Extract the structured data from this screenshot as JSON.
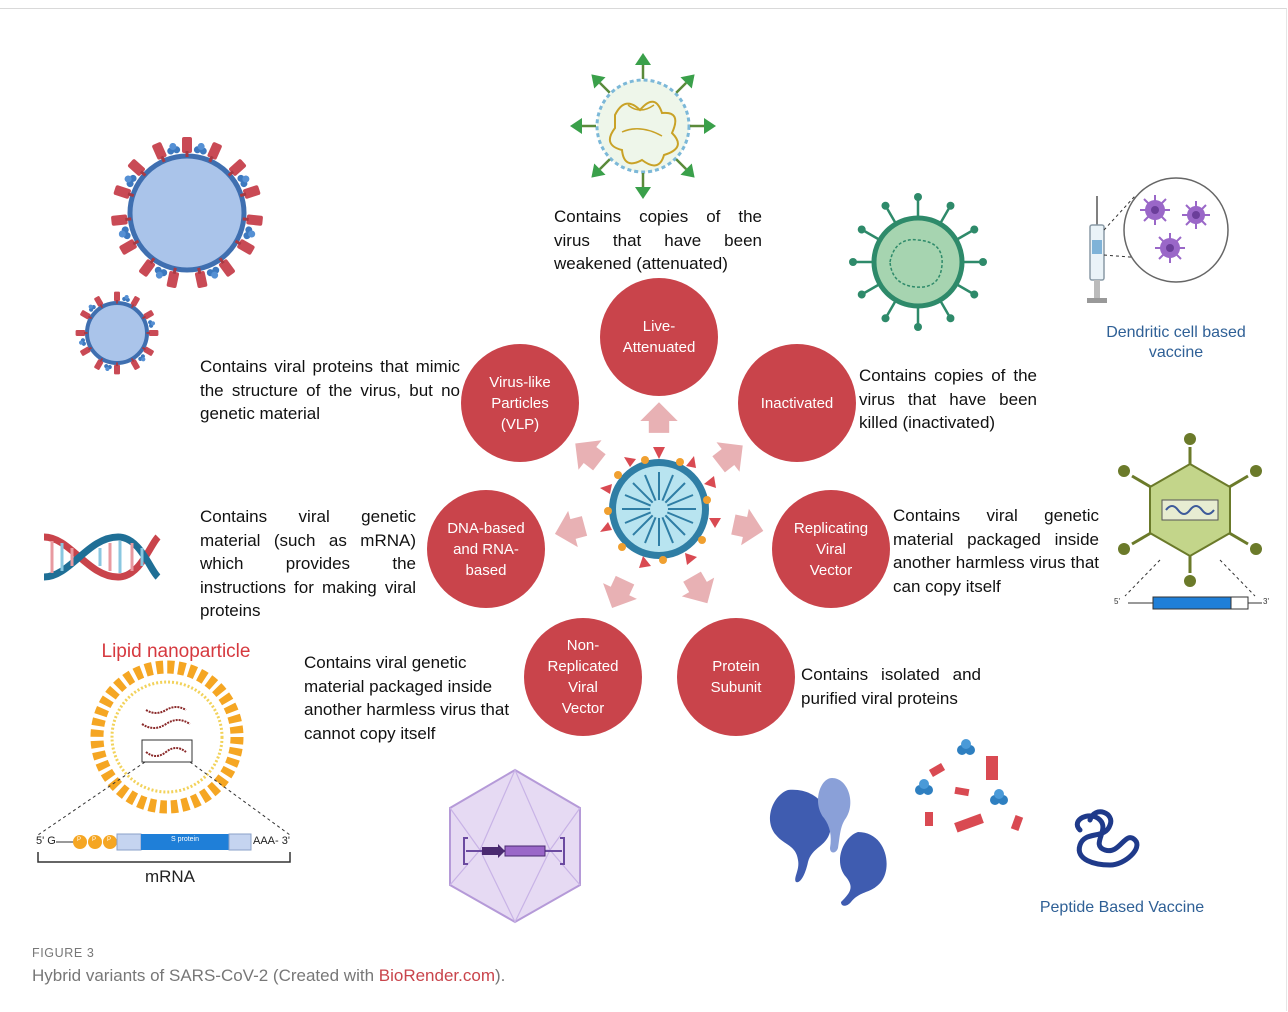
{
  "center": {
    "types": [
      {
        "key": "live",
        "label": "Live-\nAttenuated",
        "description": "Contains copies of the virus that have been weakened (attenuated)"
      },
      {
        "key": "inactivated",
        "label": "Inactivated",
        "description": "Contains copies of the virus that have been killed (inactivated)"
      },
      {
        "key": "replicating",
        "label": "Replicating\nViral\nVector",
        "description": "Contains viral genetic material packaged inside another harmless virus that can copy itself"
      },
      {
        "key": "protein",
        "label": "Protein\nSubunit",
        "description": "Contains isolated and purified viral proteins"
      },
      {
        "key": "nonreplicating",
        "label": "Non-\nReplicated\nViral\nVector",
        "description": "Contains viral genetic material packaged inside another harmless virus that cannot copy itself"
      },
      {
        "key": "nucleic",
        "label": "DNA-based\nand RNA-\nbased",
        "description": "Contains viral genetic material (such as mRNA) which provides the instructions for making viral proteins"
      },
      {
        "key": "vlp",
        "label": "Virus-like\nParticles\n(VLP)",
        "description": "Contains viral proteins that mimic the structure of the virus, but no genetic material"
      }
    ]
  },
  "labels": {
    "dendritic": "Dendritic cell based vaccine",
    "peptide": "Peptide Based Vaccine",
    "lipid": "Lipid nanoparticle",
    "mrna": "mRNA",
    "five_prime_g": "5' G",
    "three_prime_aaa": "AAA- 3'",
    "s_protein": "S protein",
    "cap": "P",
    "vector_5": "5'",
    "vector_3": "3'"
  },
  "caption": {
    "figure": "FIGURE 3",
    "text": "Hybrid variants of SARS-CoV-2 (Created with ",
    "link": "BioRender.com",
    "end": ")."
  },
  "colors": {
    "node": "#c9444b",
    "arrow": "#e8b1b4",
    "caption_link": "#c9444b",
    "blue_label": "#2f6096"
  }
}
